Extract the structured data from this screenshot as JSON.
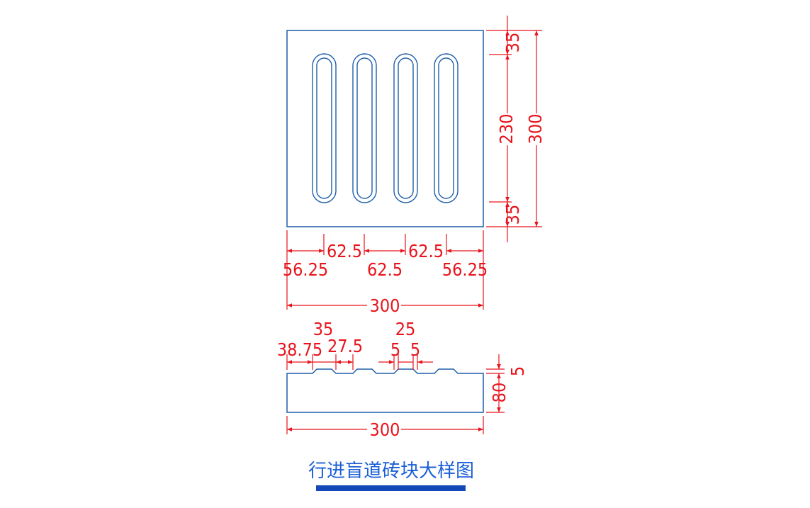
{
  "title": "行进盲道砖块大样图",
  "colors": {
    "outline": "#1f5fa8",
    "dimension": "#e8141c",
    "title": "#1a5fd6",
    "title_bar": "#1448b8",
    "background": "#ffffff"
  },
  "plan_view": {
    "width_dims": {
      "left_margin": "56.25",
      "right_margin": "56.25",
      "spacing_center": "62.5",
      "spacing_left": "62.5",
      "spacing_right": "62.5",
      "total": "300"
    },
    "height_dims": {
      "top_margin": "35",
      "bar_length": "230",
      "bottom_margin": "35",
      "total": "300"
    },
    "bar_count": 4
  },
  "section_view": {
    "dims": {
      "edge": "38.75",
      "top_width": "27.5",
      "top_width_total": "35",
      "bevel_left": "5",
      "bevel_right": "5",
      "bevel_total": "25",
      "bar_height": "5",
      "thickness": "80",
      "total": "300"
    }
  }
}
